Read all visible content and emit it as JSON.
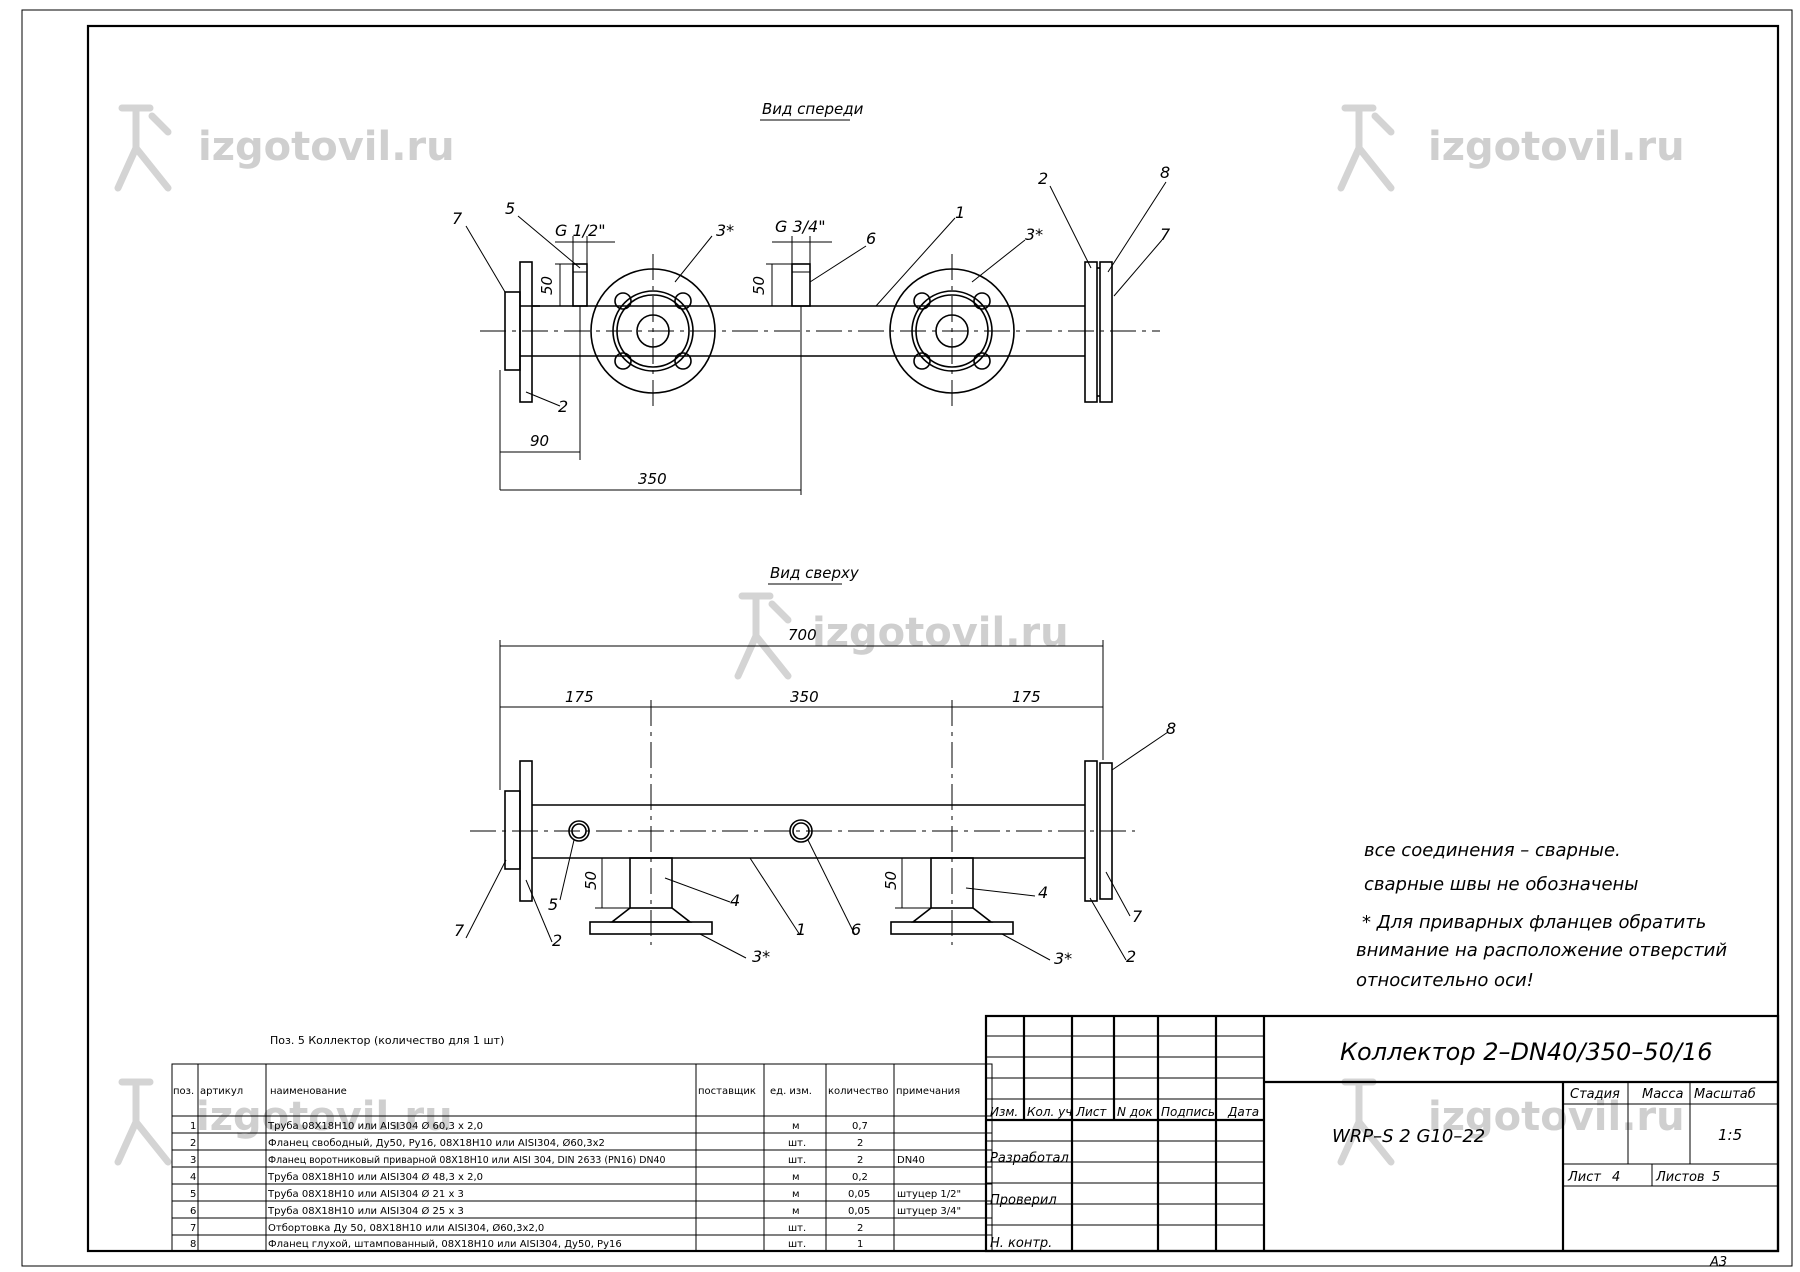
{
  "watermark": "izgotovil.ru",
  "views": {
    "front_title": "Вид спереди",
    "top_title": "Вид сверху"
  },
  "dims": {
    "g_half": "G 1/2\"",
    "g_three_quarter": "G 3/4\"",
    "d50": "50",
    "d90": "90",
    "d350": "350",
    "d700": "700",
    "d175": "175"
  },
  "callouts": {
    "p1": "1",
    "p2": "2",
    "p3": "3*",
    "p4": "4",
    "p5": "5",
    "p6": "6",
    "p7": "7",
    "p8": "8"
  },
  "notes": [
    "все соединения – сварные.",
    "сварные швы не обозначены",
    "* Для приварных фланцев обратить",
    "внимание на расположение отверстий",
    "относительно оси!"
  ],
  "bom": {
    "caption": "Поз. 5 Коллектор (количество для 1 шт)",
    "headers": [
      "поз.",
      "артикул",
      "наименование",
      "поставщик",
      "ед. изм.",
      "количество",
      "примечания"
    ],
    "rows": [
      [
        "1",
        "",
        "Труба 08Х18Н10 или AISI304  Ø 60,3 х 2,0",
        "",
        "м",
        "0,7",
        ""
      ],
      [
        "2",
        "",
        "Фланец свободный, Ду50, Ру16, 08Х18Н10 или AISI304, Ø60,3х2",
        "",
        "шт.",
        "2",
        ""
      ],
      [
        "3",
        "",
        "Фланец воротниковый приварной 08Х18Н10 или AISI 304, DIN 2633 (PN16) DN40",
        "",
        "шт.",
        "2",
        "DN40"
      ],
      [
        "4",
        "",
        "Труба 08Х18Н10 или AISI304  Ø 48,3 х 2,0",
        "",
        "м",
        "0,2",
        ""
      ],
      [
        "5",
        "",
        "Труба 08Х18Н10 или AISI304  Ø 21 х 3",
        "",
        "м",
        "0,05",
        "штуцер 1/2\""
      ],
      [
        "6",
        "",
        "Труба 08Х18Н10 или AISI304  Ø 25 х 3",
        "",
        "м",
        "0,05",
        "штуцер 3/4\""
      ],
      [
        "7",
        "",
        "Отбортовка Ду 50, 08Х18Н10 или AISI304,  Ø60,3х2,0",
        "",
        "шт.",
        "2",
        ""
      ],
      [
        "8",
        "",
        "Фланец глухой, штампованный, 08Х18Н10 или AISI304, Ду50, Ру16",
        "",
        "шт.",
        "1",
        ""
      ]
    ]
  },
  "title_block": {
    "title": "Коллектор 2–DN40/350–50/16",
    "code": "WRP–S 2 G10–22",
    "stage_label": "Стадия",
    "mass_label": "Масса",
    "scale_label": "Масштаб",
    "scale": "1:5",
    "sheet_label": "Лист",
    "sheet": "4",
    "sheets_label": "Листов",
    "sheets": "5",
    "hdr_izm": "Изм.",
    "hdr_kol": "Кол. уч",
    "hdr_list": "Лист",
    "hdr_ndok": "N док",
    "hdr_podp": "Подпись",
    "hdr_data": "Дата",
    "developed": "Разработал",
    "checked": "Проверил",
    "ncontrol": "Н. контр.",
    "format": "А3"
  }
}
